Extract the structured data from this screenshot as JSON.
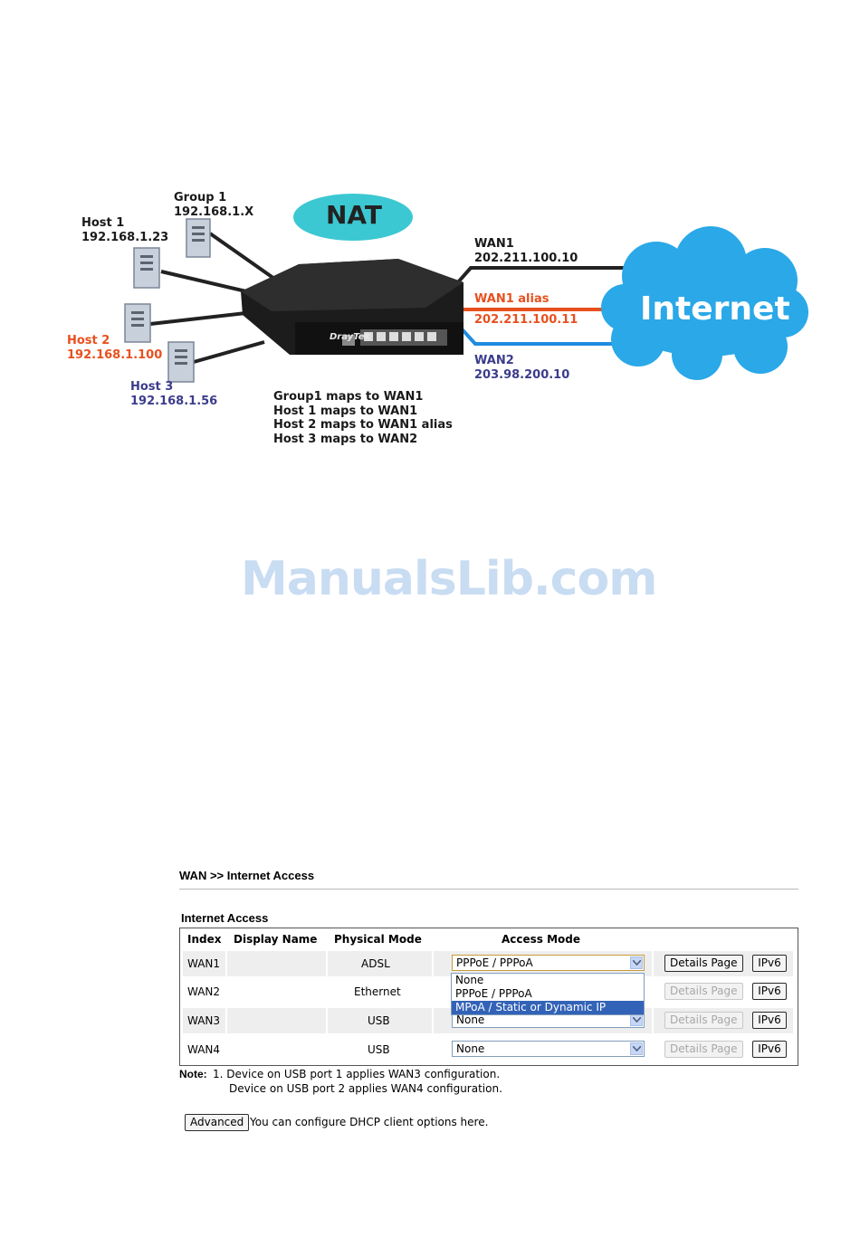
{
  "diagram": {
    "nat_label": "NAT",
    "internet_label": "Internet",
    "group1": {
      "name": "Group 1",
      "ip": "192.168.1.X"
    },
    "host1": {
      "name": "Host 1",
      "ip": "192.168.1.23"
    },
    "host2": {
      "name": "Host 2",
      "ip": "192.168.1.100"
    },
    "host3": {
      "name": "Host 3",
      "ip": "192.168.1.56"
    },
    "wan1": {
      "name": "WAN1",
      "ip": "202.211.100.10"
    },
    "wan1_alias": {
      "name": "WAN1 alias",
      "ip": "202.211.100.11"
    },
    "wan2": {
      "name": "WAN2",
      "ip": "203.98.200.10"
    },
    "router_brand": "DrayTek",
    "mappings": [
      "Group1 maps to WAN1",
      "Host 1 maps to WAN1",
      "Host 2 maps to WAN1 alias",
      "Host 3 maps to WAN2"
    ],
    "colors": {
      "orange": "#e8501e",
      "purple": "#3c3c8c",
      "blue_link": "#1e8ce0",
      "nat_cloud": "#3cc8d2",
      "internet_cloud": "#2aa8e8"
    }
  },
  "watermark": "ManualsLib.com",
  "ui": {
    "breadcrumb": "WAN >> Internet Access",
    "section_title": "Internet Access",
    "headers": {
      "index": "Index",
      "display_name": "Display Name",
      "physical_mode": "Physical Mode",
      "access_mode": "Access Mode"
    },
    "rows": [
      {
        "index": "WAN1",
        "display_name": "",
        "physical_mode": "ADSL",
        "access_mode": "PPPoE / PPPoA",
        "details": "Details Page",
        "ipv6": "IPv6",
        "details_enabled": true
      },
      {
        "index": "WAN2",
        "display_name": "",
        "physical_mode": "Ethernet",
        "access_mode": "",
        "details": "Details Page",
        "ipv6": "IPv6",
        "details_enabled": false
      },
      {
        "index": "WAN3",
        "display_name": "",
        "physical_mode": "USB",
        "access_mode": "None",
        "details": "Details Page",
        "ipv6": "IPv6",
        "details_enabled": false
      },
      {
        "index": "WAN4",
        "display_name": "",
        "physical_mode": "USB",
        "access_mode": "None",
        "details": "Details Page",
        "ipv6": "IPv6",
        "details_enabled": false
      }
    ],
    "dropdown_options": [
      "None",
      "PPPoE / PPPoA",
      "MPoA / Static or Dynamic IP"
    ],
    "dropdown_selected": "MPoA / Static or Dynamic IP",
    "note_label": "Note:",
    "note_line1": "1. Device on USB port 1 applies WAN3 configuration.",
    "note_line2": "Device on USB port 2 applies WAN4 configuration.",
    "advanced_button": "Advanced",
    "advanced_text": "You can configure DHCP client options here."
  }
}
